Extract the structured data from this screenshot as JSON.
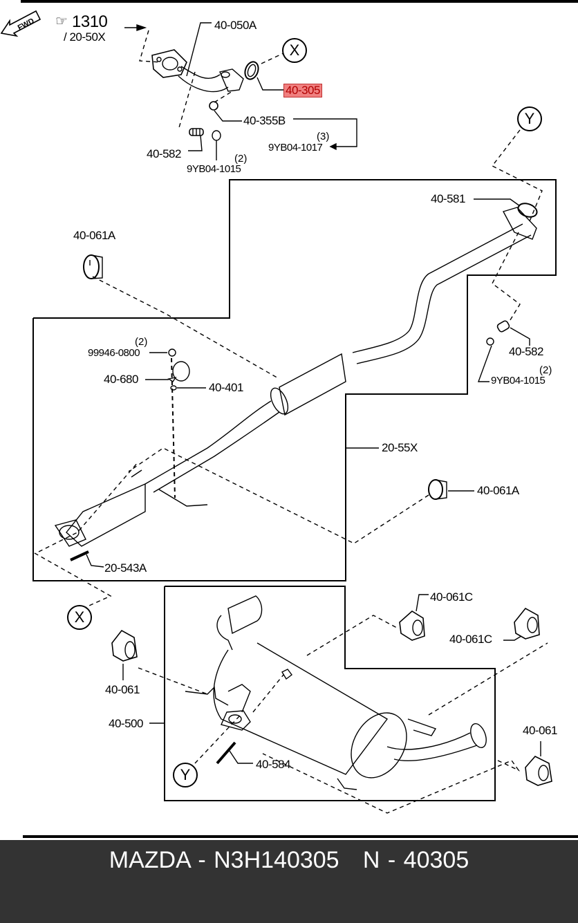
{
  "diagram": {
    "title": "Exhaust system parts diagram",
    "reference": {
      "icon": "pointing-hand-icon",
      "number": "1310",
      "sub": "/ 20-50X"
    },
    "callouts": {
      "x_top": "X",
      "y_top": "Y",
      "x_bottom": "X",
      "y_bottom": "Y"
    },
    "labels": {
      "p40_050A": "40-050A",
      "p40_305": "40-305",
      "p40_355B": "40-355B",
      "p9YB04_1017": "9YB04-1017",
      "p9YB04_1017_qty": "(3)",
      "p40_582_top": "40-582",
      "p9YB04_1015_top": "9YB04-1015",
      "p9YB04_1015_top_qty": "(2)",
      "p40_581": "40-581",
      "p40_061A_left": "40-061A",
      "p40_582_right": "40-582",
      "p9YB04_1015_right": "9YB04-1015",
      "p9YB04_1015_right_qty": "(2)",
      "p99946_0800": "99946-0800",
      "p99946_0800_qty": "(2)",
      "p40_680": "40-680",
      "p40_401": "40-401",
      "p20_55X": "20-55X",
      "p40_061A_right": "40-061A",
      "p20_543A": "20-543A",
      "p40_061C_top": "40-061C",
      "p40_061C_right": "40-061C",
      "p40_061_left": "40-061",
      "p40_500": "40-500",
      "p40_584": "40-584",
      "p40_061_right": "40-061"
    },
    "highlighted_part": "40-305",
    "highlight_color": "#f08080",
    "fwd_label": "FWD"
  },
  "footer": {
    "title": "MAZDA - N3H140305   N - 40305",
    "background": "#333333"
  }
}
